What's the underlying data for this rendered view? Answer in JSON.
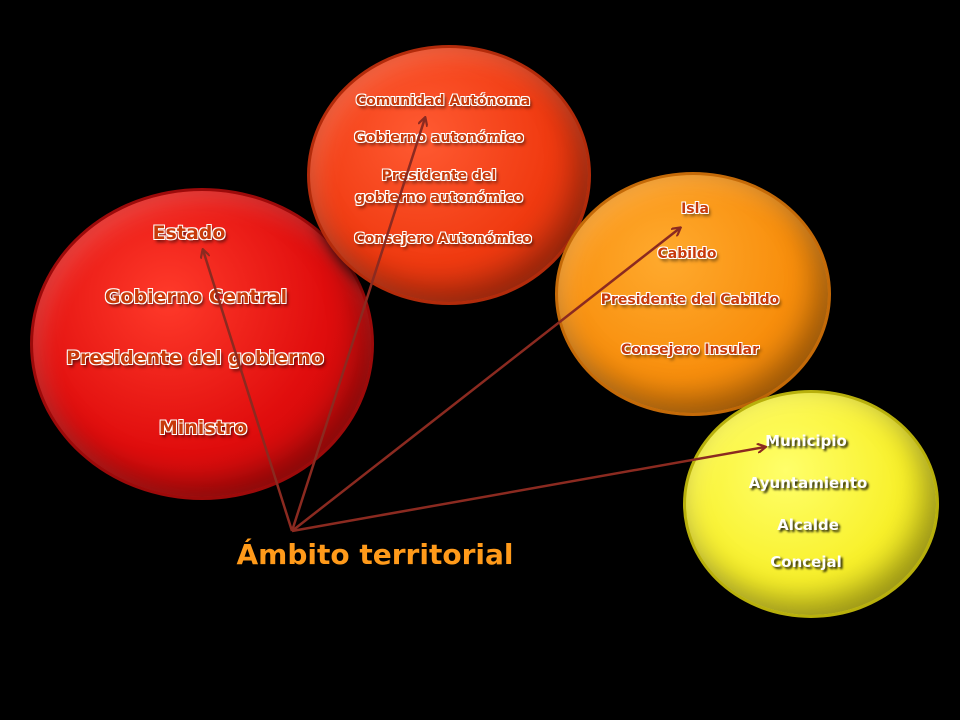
{
  "title": "Ámbito territorial",
  "colors": {
    "background": "#000000",
    "estado_circle": "#e00d0d",
    "comunidad_circle": "#f03a10",
    "isla_circle": "#f88e0c",
    "municipio_circle": "#f8f02a",
    "title_text": "#ff9a1a",
    "arrow": "#8b2a20"
  },
  "estado": {
    "items": [
      "Estado",
      "Gobierno Central",
      "Presidente del gobierno",
      "Ministro"
    ]
  },
  "comunidad": {
    "items": [
      "Comunidad Autónoma",
      "Gobierno autonómico",
      "Presidente del",
      "gobierno autonómico",
      "Consejero Autonómico"
    ]
  },
  "isla": {
    "items": [
      "Isla",
      "Cabildo",
      "Presidente del Cabildo",
      "Consejero Insular"
    ]
  },
  "municipio": {
    "items": [
      "Municipio",
      "Ayuntamiento",
      "Alcalde",
      "Concejal"
    ]
  }
}
